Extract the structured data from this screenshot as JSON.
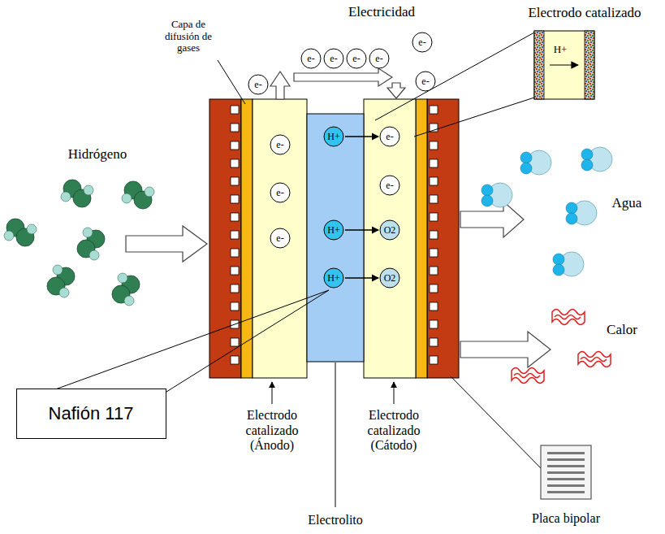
{
  "diagram": {
    "nodes": [
      {
        "text": [
          "e-"
        ]
      },
      {
        "text": [
          "e-"
        ]
      },
      {
        "text": [
          "e-"
        ]
      },
      {
        "text": [
          "e-"
        ]
      },
      {
        "text": [
          "e-"
        ]
      },
      {
        "text": [
          "e-"
        ]
      },
      {
        "text": [
          "e-"
        ]
      },
      {
        "text": [
          "e-"
        ]
      },
      {
        "text": [
          "e-"
        ]
      },
      {
        "text": [
          "e-"
        ]
      },
      {
        "text": [
          "H+"
        ]
      },
      {
        "text": [
          "H+"
        ]
      },
      {
        "text": [
          "H+"
        ]
      },
      {
        "text": [
          "e-"
        ]
      },
      {
        "text": [
          "e-"
        ]
      },
      {
        "text": [
          "O2"
        ]
      },
      {
        "text": [
          "O2"
        ]
      },
      {
        "text": [
          "Nafión 117"
        ]
      }
    ],
    "edges": [
      {
        "from": 10,
        "to": 13,
        "arrow": "to"
      },
      {
        "from": 11,
        "to": 15,
        "arrow": "to"
      },
      {
        "from": 12,
        "to": 16,
        "arrow": "to"
      }
    ],
    "labels": [
      "Electricidad",
      "Electrodo catalizado",
      "Capa de difusión de gases",
      "Hidrógeno",
      "H+",
      "Agua",
      "Calor",
      "Electrodo catalizado (Ánodo)",
      "Electrodo catalizado (Cátodo)",
      "Electrolito",
      "Placa bipolar"
    ]
  }
}
